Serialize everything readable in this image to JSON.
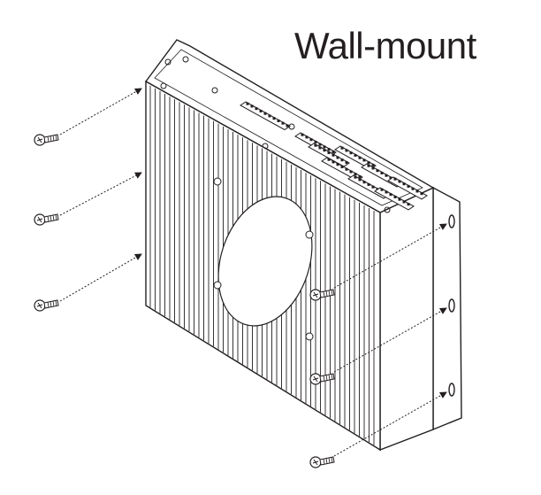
{
  "title": "Wall-mount",
  "colors": {
    "line": "#231f20",
    "background": "#ffffff"
  },
  "diagram": {
    "device": "fanless-box-pc-heatsink",
    "left_screws": 3,
    "right_screws": 3
  }
}
